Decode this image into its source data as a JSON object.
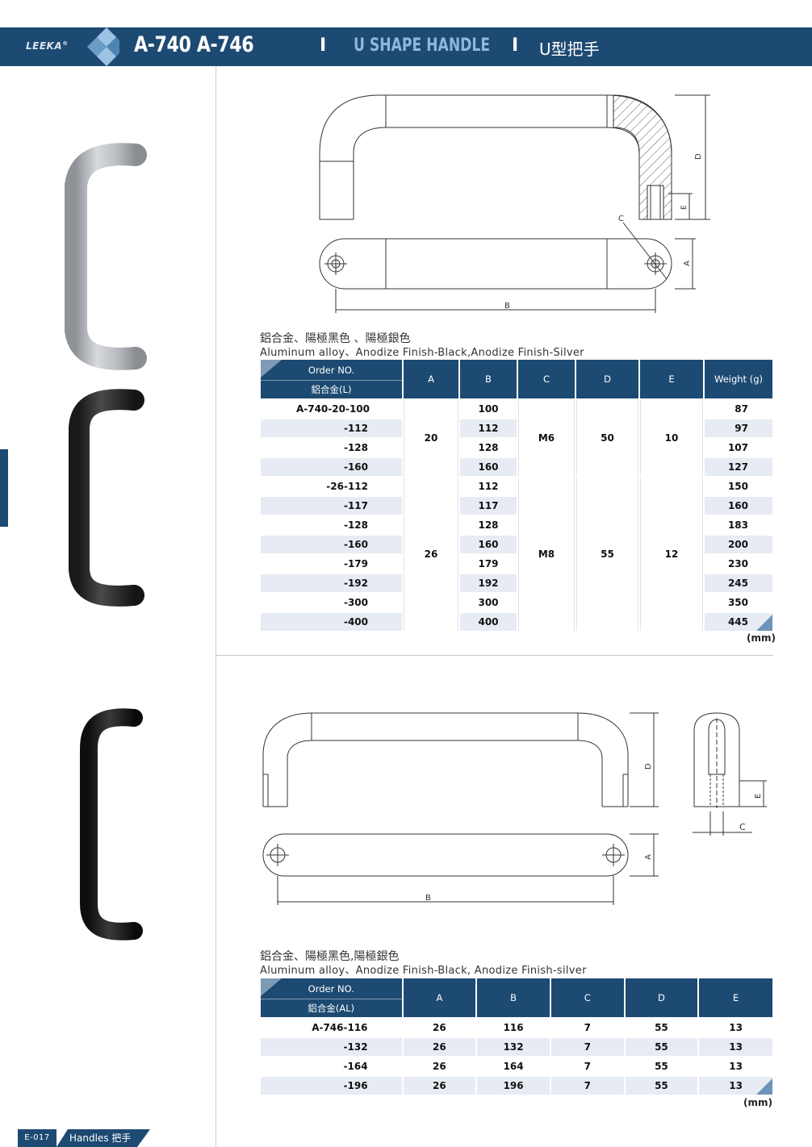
{
  "header": {
    "brand": "LEEKA",
    "registered": "®",
    "models": "A-740  A-746",
    "separator": "I",
    "title_en": "U SHAPE HANDLE",
    "title_cn": "U型把手"
  },
  "colors": {
    "primary": "#1d4a72",
    "accent": "#8fb6dc",
    "row_alt": "#e7ebf3"
  },
  "drawing1": {
    "labels": {
      "a": "A",
      "b": "B",
      "c": "C",
      "d": "D",
      "e": "E"
    }
  },
  "drawing2": {
    "labels": {
      "a": "A",
      "b": "B",
      "c": "C",
      "d": "D",
      "e": "E"
    }
  },
  "section1": {
    "material_cn": "鋁合金、陽極黑色 、陽極銀色",
    "material_en": "Aluminum alloy、Anodize Finish-Black,Anodize Finish-Silver",
    "table": {
      "order_head": "Order NO.",
      "order_sub": "鋁合金(L)",
      "columns": [
        "A",
        "B",
        "C",
        "D",
        "E",
        "Weight (g)"
      ],
      "rows": [
        {
          "order": "A-740-20-100",
          "b": "100",
          "weight": "87"
        },
        {
          "order": "-112",
          "b": "112",
          "weight": "97"
        },
        {
          "order": "-128",
          "b": "128",
          "weight": "107"
        },
        {
          "order": "-160",
          "b": "160",
          "weight": "127"
        },
        {
          "order": "-26-112",
          "b": "112",
          "weight": "150"
        },
        {
          "order": "-117",
          "b": "117",
          "weight": "160"
        },
        {
          "order": "-128",
          "b": "128",
          "weight": "183"
        },
        {
          "order": "-160",
          "b": "160",
          "weight": "200"
        },
        {
          "order": "-179",
          "b": "179",
          "weight": "230"
        },
        {
          "order": "-192",
          "b": "192",
          "weight": "245"
        },
        {
          "order": "-300",
          "b": "300",
          "weight": "350"
        },
        {
          "order": "-400",
          "b": "400",
          "weight": "445"
        }
      ],
      "group1": {
        "a": "20",
        "c": "M6",
        "d": "50",
        "e": "10"
      },
      "group2": {
        "a": "26",
        "c": "M8",
        "d": "55",
        "e": "12"
      },
      "unit": "(mm)"
    }
  },
  "section2": {
    "material_cn": "鋁合金、陽極黑色,陽極銀色",
    "material_en": "Aluminum alloy、Anodize Finish-Black, Anodize Finish-silver",
    "table": {
      "order_head": "Order NO.",
      "order_sub": "鋁合金(AL)",
      "columns": [
        "A",
        "B",
        "C",
        "D",
        "E"
      ],
      "rows": [
        {
          "order": "A-746-116",
          "a": "26",
          "b": "116",
          "c": "7",
          "d": "55",
          "e": "13"
        },
        {
          "order": "-132",
          "a": "26",
          "b": "132",
          "c": "7",
          "d": "55",
          "e": "13"
        },
        {
          "order": "-164",
          "a": "26",
          "b": "164",
          "c": "7",
          "d": "55",
          "e": "13"
        },
        {
          "order": "-196",
          "a": "26",
          "b": "196",
          "c": "7",
          "d": "55",
          "e": "13"
        }
      ],
      "unit": "(mm)"
    }
  },
  "footer": {
    "page_code": "E-017",
    "category": "Handles 把手"
  },
  "icons": [
    "leeka-diamond-logo",
    "silver-handle-photo",
    "black-handle-photo",
    "dark-handle-photo"
  ]
}
